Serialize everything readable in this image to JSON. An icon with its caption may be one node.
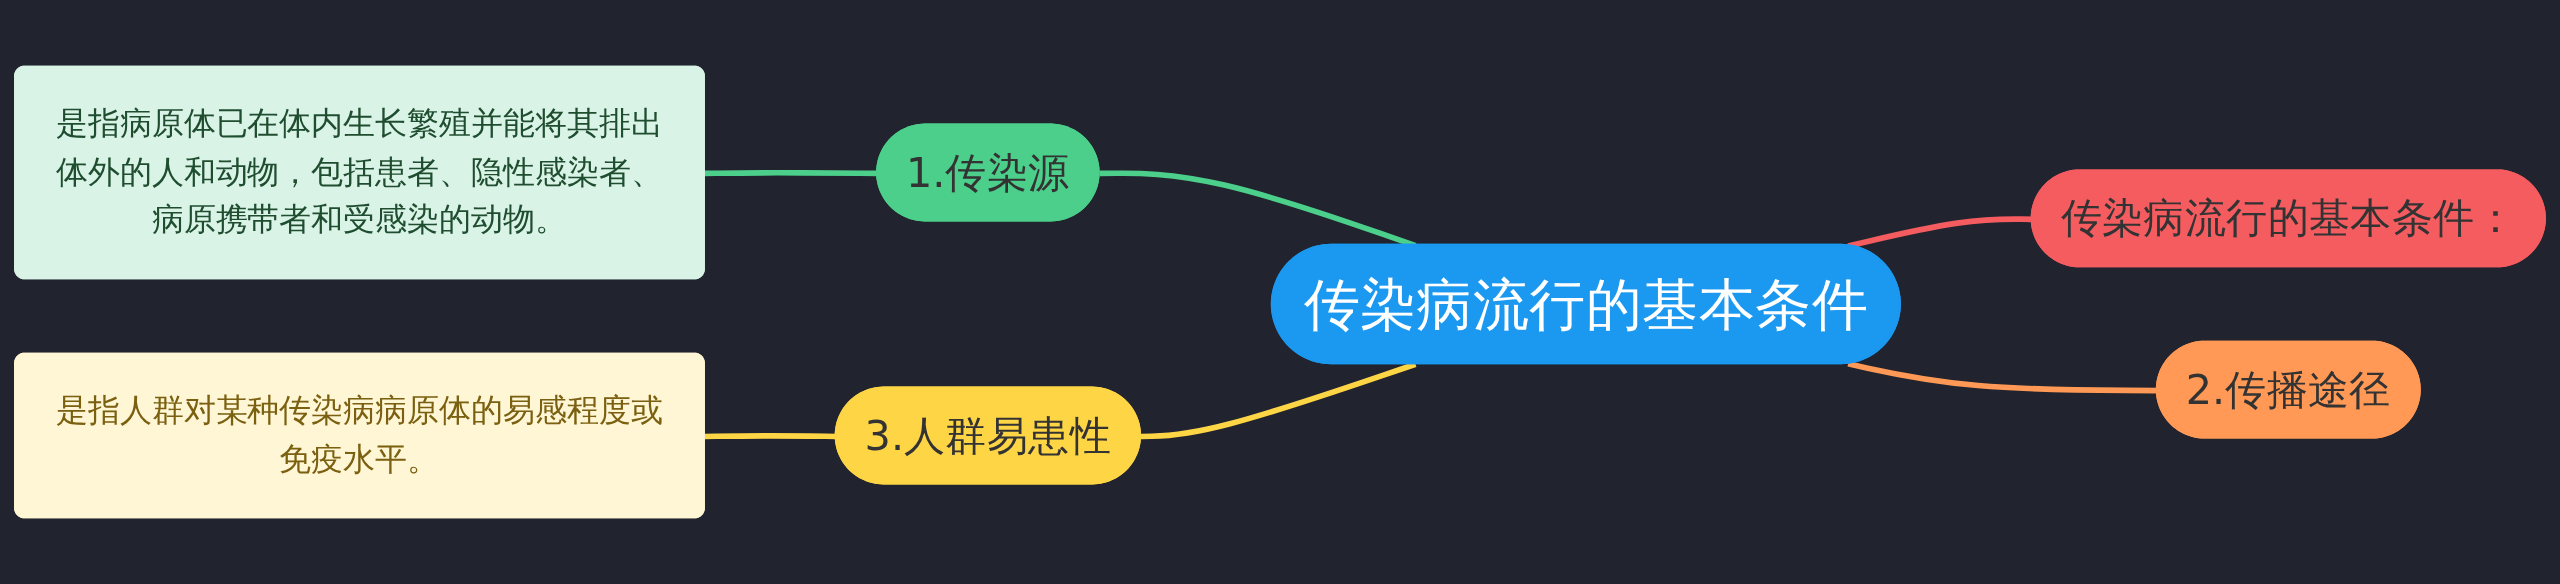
{
  "diagram": {
    "nodes": [
      {
        "text": [
          "传染病流行的基本条件"
        ]
      },
      {
        "text": [
          "传染病流行的基本条件："
        ]
      },
      {
        "text": [
          "2.传播途径"
        ]
      },
      {
        "text": [
          "1.传染源"
        ]
      },
      {
        "text": [
          "是指病原体已在体内生长繁殖并能将其排出体外的人和动物，包括患者、隐性感染者、病原携带者和受感染的动物。"
        ]
      },
      {
        "text": [
          "3.人群易患性"
        ]
      },
      {
        "text": [
          "是指人群对某种传染病病原体的易感程度或免疫水平。"
        ]
      }
    ],
    "edges": [
      {
        "from": 3,
        "to": 0,
        "arrow": "none",
        "color": "#4ccf8a"
      },
      {
        "from": 4,
        "to": 3,
        "arrow": "none",
        "color": "#4ccf8a"
      },
      {
        "from": 5,
        "to": 0,
        "arrow": "none",
        "color": "#fdd545"
      },
      {
        "from": 6,
        "to": 5,
        "arrow": "none",
        "color": "#fdd545"
      },
      {
        "from": 0,
        "to": 1,
        "arrow": "none",
        "color": "#f55c60"
      },
      {
        "from": 0,
        "to": 2,
        "arrow": "none",
        "color": "#ff9955"
      }
    ]
  }
}
